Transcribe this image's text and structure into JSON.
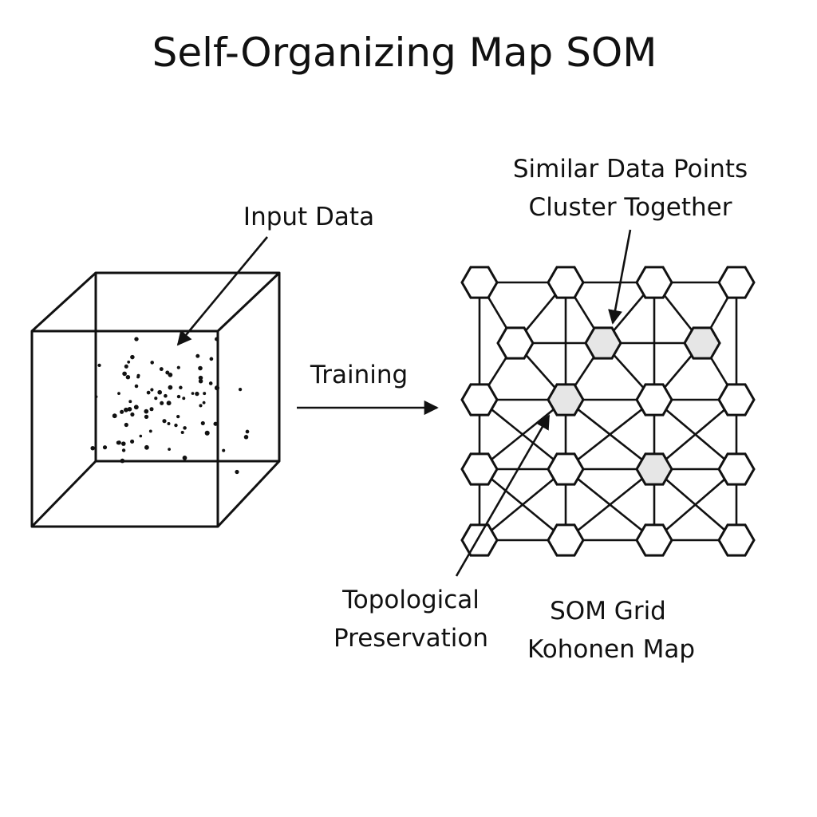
{
  "title": "Self-Organizing Map SOM",
  "labels": {
    "input_data": "Input Data",
    "training": "Training",
    "similar_1": "Similar Data Points",
    "similar_2": "Cluster Together",
    "topo_1": "Topological",
    "topo_2": "Preservation",
    "grid_1": "SOM Grid",
    "grid_2": "Kohonen Map"
  },
  "colors": {
    "ink": "#111111",
    "node_fill": "#ffffff",
    "highlight_fill": "#e6e6e6"
  },
  "grid": {
    "rows": [
      {
        "nodes": 4,
        "highlighted": []
      },
      {
        "nodes": 3,
        "highlighted": [
          1,
          2
        ]
      },
      {
        "nodes": 4,
        "highlighted": [
          1
        ]
      },
      {
        "nodes": 4,
        "highlighted": [
          2
        ]
      },
      {
        "nodes": 4,
        "highlighted": []
      }
    ]
  },
  "input_point_count": 80
}
